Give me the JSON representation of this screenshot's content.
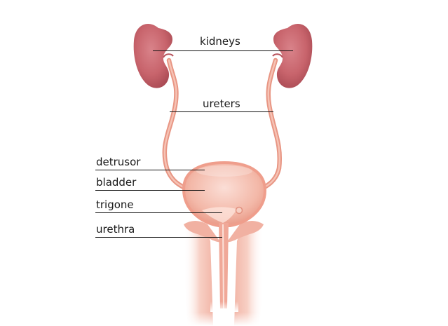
{
  "diagram": {
    "labels": {
      "kidneys": "kidneys",
      "ureters": "ureters",
      "detrusor": "detrusor",
      "bladder": "bladder",
      "trigone": "trigone",
      "urethra": "urethra"
    }
  }
}
